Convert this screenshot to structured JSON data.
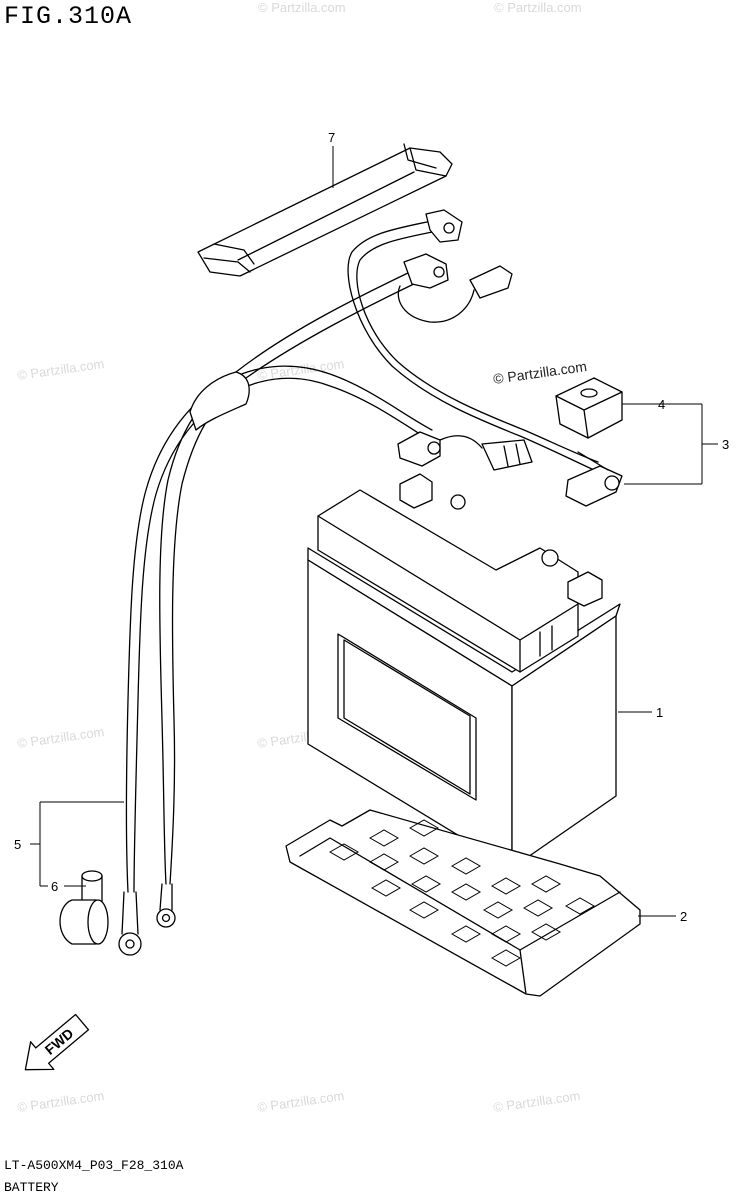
{
  "figure": {
    "title": "FIG.310A",
    "code": "LT-A500XM4_P03_F28_310A",
    "caption": "BATTERY"
  },
  "callouts": [
    "1",
    "2",
    "3",
    "4",
    "5",
    "6",
    "7"
  ],
  "direction_badge": "FWD",
  "watermark": {
    "text": "© Partzilla.com",
    "prominent": "© Partzilla.com"
  },
  "colors": {
    "line": "#000000",
    "watermark": "#d9d9d9"
  }
}
